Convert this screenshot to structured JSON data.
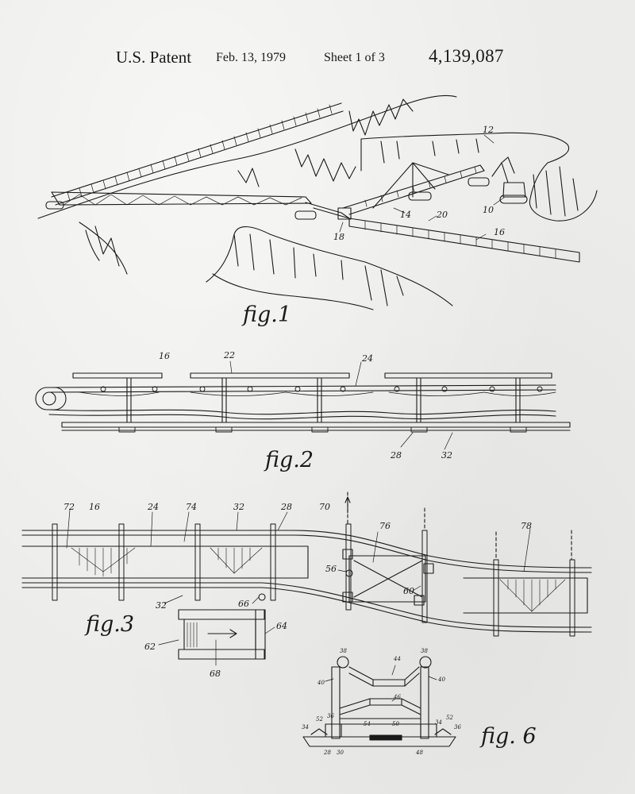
{
  "header": {
    "patent": "U.S. Patent",
    "date": "Feb. 13, 1979",
    "sheet": "Sheet 1 of 3",
    "number": "4,139,087"
  },
  "figures": {
    "fig1": "fig.1",
    "fig2": "fig.2",
    "fig3": "fig.3",
    "fig6": "fig. 6"
  },
  "refs": {
    "r12": "12",
    "r10": "10",
    "r14": "14",
    "r20": "20",
    "r16": "16",
    "r18": "18",
    "f2_16": "16",
    "f2_22": "22",
    "f2_24": "24",
    "f2_28": "28",
    "f2_32": "32",
    "f3_72": "72",
    "f3_16": "16",
    "f3_24": "24",
    "f3_74": "74",
    "f3_32": "32",
    "f3_28": "28",
    "f3_70": "70",
    "f3_76": "76",
    "f3_78": "78",
    "f3_56": "56",
    "f3_60": "60",
    "f3_32b": "32",
    "f3_66": "66",
    "f3_64": "64",
    "f3_62": "62",
    "f3_68": "68",
    "f6_38a": "38",
    "f6_44": "44",
    "f6_38b": "38",
    "f6_40a": "40",
    "f6_40b": "40",
    "f6_46": "46",
    "f6_34a": "34",
    "f6_52a": "52",
    "f6_36a": "36",
    "f6_54": "54",
    "f6_50": "50",
    "f6_34b": "34",
    "f6_52b": "52",
    "f6_36b": "36",
    "f6_28": "28",
    "f6_30": "30",
    "f6_48": "48"
  }
}
